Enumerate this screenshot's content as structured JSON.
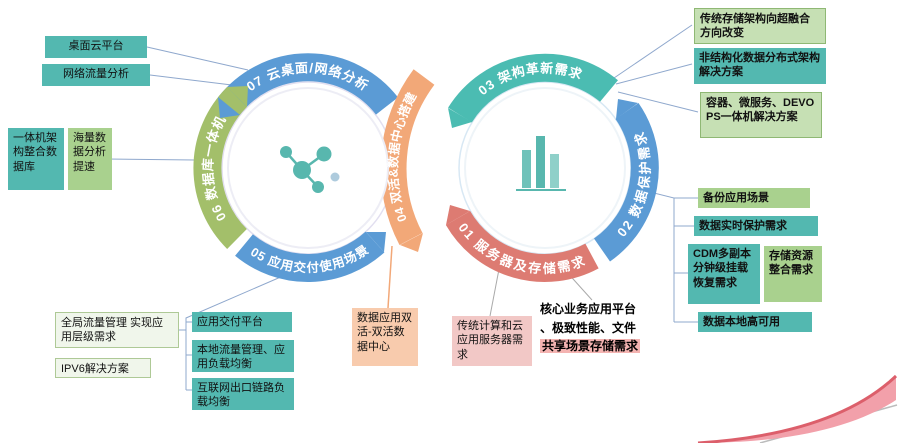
{
  "diagram_title": "",
  "arcs": {
    "a07": "07 云桌面/网络分析",
    "a06": "06 数据库一体机",
    "a05": "05 应用交付使用场景",
    "a04": "04 双活&数据中心搭建",
    "a03": "03 架构革新需求",
    "a02": "02 数据保护需求",
    "a01": "01 服务器及存储需求"
  },
  "icons": {
    "left_hub": "network-icon",
    "right_hub": "bar-chart-icon"
  },
  "boxes": {
    "desktop_cloud": "桌面云平台",
    "network_traffic": "网络流量分析",
    "aio_db": "一体机架构整合数据库",
    "massive_data": "海量数据分析提速",
    "global_traffic": "全局流量管理 实现应用层级需求",
    "ipv6": "IPV6解决方案",
    "app_delivery": "应用交付平台",
    "local_lb": "本地流量管理、应用负载均衡",
    "internet_lb": "互联网出口链路负载均衡",
    "dual_active": "数据应用双活-双活数据中心",
    "trad_compute": "传统计算和云应用服务器需求",
    "core_line1": "核心业务应用平台",
    "core_line2": "、极致性能、文件",
    "core_line3": "共享场景存储需求",
    "hci": "传统存储架构向超融合方向改变",
    "unstructured": "非结构化数据分布式架构解决方案",
    "container": "容器、微服务、DEVOPS一体机解决方案",
    "backup": "备份应用场景",
    "realtime": "数据实时保护需求",
    "cdm": "CDM多副本分钟级挂载恢复需求",
    "storage_pool": "存储资源整合需求",
    "local_ha": "数据本地高可用"
  },
  "colors": {
    "teal": "#53b8b0",
    "green": "#a9d18e",
    "light_green": "#c6e0b4",
    "blue_arc": "#5b9bd5",
    "olive_arc": "#a3bf6a",
    "teal_arc": "#4bbcb2",
    "orange_arc": "#f2a878",
    "red_arc": "#dd7b72",
    "peach_box": "#f8cbad",
    "pink_box": "#f2c8c6",
    "connector": "#8fa8cd"
  }
}
